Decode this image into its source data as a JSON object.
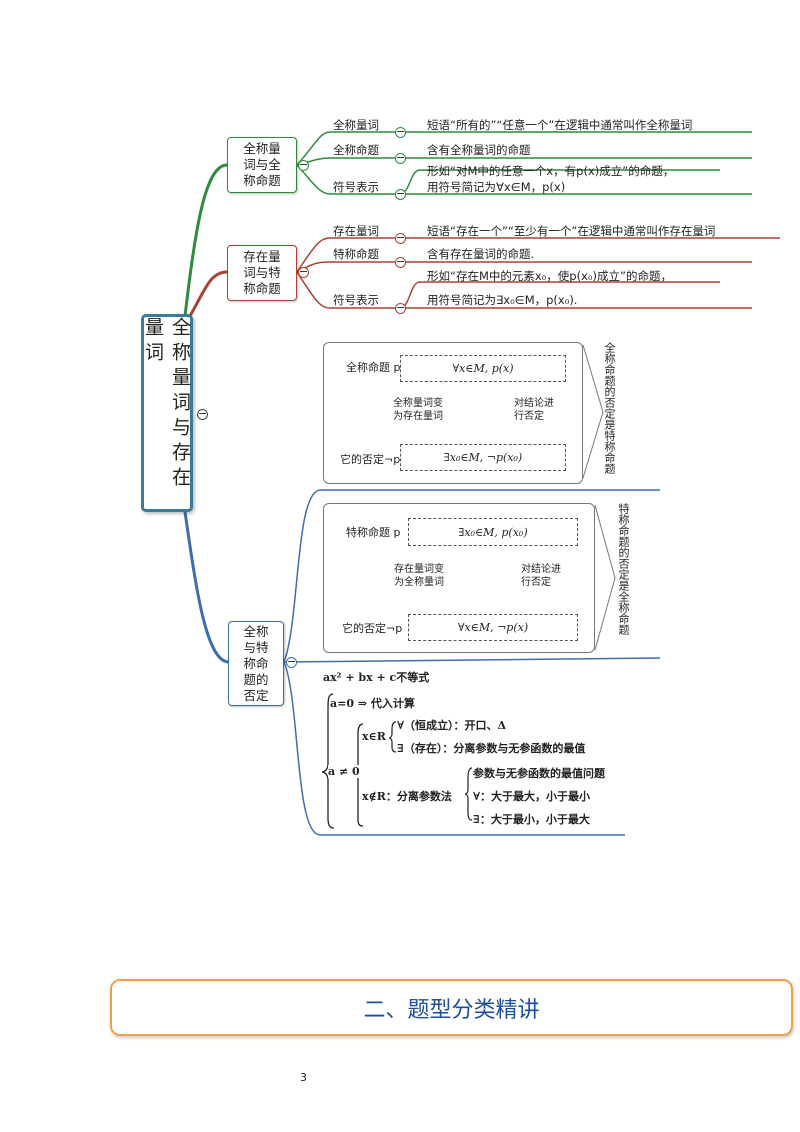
{
  "root": {
    "title": "全称量词与存在量词"
  },
  "green": {
    "title_line1": "全称量",
    "title_line2": "词与全",
    "title_line3": "称命题",
    "items": [
      {
        "label": "全称量词",
        "desc": "短语“所有的”“任意一个”在逻辑中通常叫作全称量词"
      },
      {
        "label": "全称命题",
        "desc": "含有全称量词的命题"
      },
      {
        "label": "符号表示",
        "desc_line1": "形如“对M中的任意一个x，有p(x)成立”的命题，",
        "desc_line2": "用符号简记为∀x∈M，p(x)"
      }
    ]
  },
  "red": {
    "title_line1": "存在量",
    "title_line2": "词与特",
    "title_line3": "称命题",
    "items": [
      {
        "label": "存在量词",
        "desc": "短语“存在一个”“至少有一个”在逻辑中通常叫作存在量词"
      },
      {
        "label": "特称命题",
        "desc": "含有存在量词的命题."
      },
      {
        "label": "符号表示",
        "desc_line1": "形如“存在M中的元素x₀，使p(x₀)成立”的命题，",
        "desc_line2": "用符号简记为∃x₀∈M，p(x₀)."
      }
    ]
  },
  "blue": {
    "title_line1": "全称",
    "title_line2": "与特",
    "title_line3": "称命",
    "title_line4": "题的",
    "title_line5": "否定"
  },
  "panel1": {
    "left_top": "全称命题 p",
    "box_top": "∀x∈M, p(x)",
    "note_left_1": "全称量词变",
    "note_left_2": "为存在量词",
    "note_right_1": "对结论进",
    "note_right_2": "行否定",
    "left_bottom": "它的否定¬p",
    "box_bottom": "∃x₀∈M, ¬p(x₀)",
    "side": "全称命题的否定是特称命题"
  },
  "panel2": {
    "left_top": "特称命题 p",
    "box_top": "∃x₀∈M, p(x₀)",
    "note_left_1": "存在量词变",
    "note_left_2": "为全称量词",
    "note_right_1": "对结论进",
    "note_right_2": "行否定",
    "left_bottom": "它的否定¬p",
    "box_bottom": "∀x∈M, ¬p(x)",
    "side": "特称命题的否定是全称命题"
  },
  "ineq": {
    "title": "ax² + bx + c不等式",
    "a0": "a=0 ⇒ 代入计算",
    "aneq": "a ≠ 0",
    "xinR": "x∈R",
    "forall": "∀（恒成立）：开口、Δ",
    "exists": "∃（存在）：分离参数与无参函数的最值",
    "xnotinR": "x∉R：分离参数法",
    "opt1": "参数与无参函数的最值问题",
    "opt2": "∀：大于最大，小于最小",
    "opt3": "∃：大于最小，小于最大"
  },
  "footer": {
    "title": "二、题型分类精讲"
  },
  "page": {
    "number": "3"
  },
  "colors": {
    "green": "#2e8b3e",
    "red": "#a74434",
    "blue": "#3d6ea8",
    "root": "#3a7b9a",
    "orange": "#f0a04b"
  }
}
